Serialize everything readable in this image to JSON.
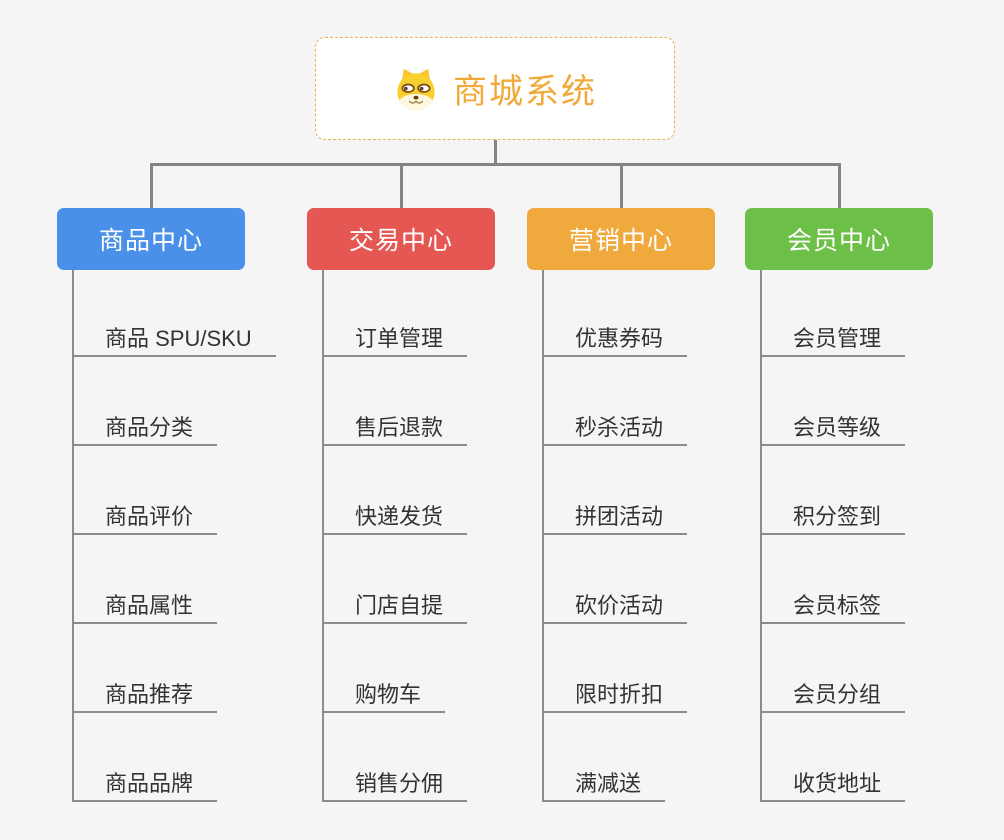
{
  "root": {
    "title": "商城系统",
    "icon": "doge-face-icon"
  },
  "branches": [
    {
      "id": "product-center",
      "label": "商品中心",
      "color": "#4A90E8",
      "children": [
        "商品 SPU/SKU",
        "商品分类",
        "商品评价",
        "商品属性",
        "商品推荐",
        "商品品牌"
      ]
    },
    {
      "id": "trade-center",
      "label": "交易中心",
      "color": "#E45753",
      "children": [
        "订单管理",
        "售后退款",
        "快递发货",
        "门店自提",
        "购物车",
        "销售分佣"
      ]
    },
    {
      "id": "marketing-center",
      "label": "营销中心",
      "color": "#EFA93D",
      "children": [
        "优惠券码",
        "秒杀活动",
        "拼团活动",
        "砍价活动",
        "限时折扣",
        "满减送"
      ]
    },
    {
      "id": "member-center",
      "label": "会员中心",
      "color": "#6CBF47",
      "children": [
        "会员管理",
        "会员等级",
        "积分签到",
        "会员标签",
        "会员分组",
        "收货地址"
      ]
    }
  ],
  "style": {
    "background": "#F5F5F5",
    "connector_color": "#848484",
    "underline_color": "#8C8C8C",
    "child_text_color": "#333333",
    "root_border_color": "#F0AE52",
    "root_title_color": "#F1A93B"
  }
}
